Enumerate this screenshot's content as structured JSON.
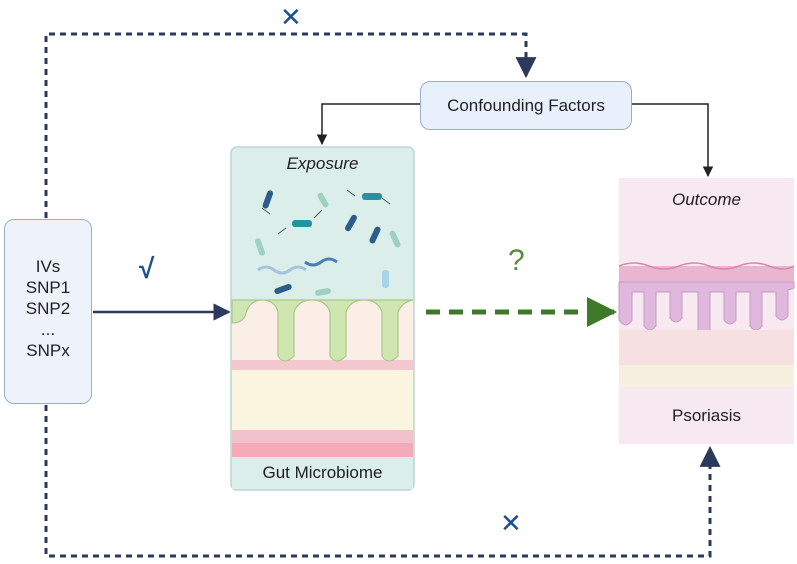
{
  "instruments": {
    "lines": [
      "IVs",
      "SNP1",
      "SNP2",
      "...",
      "SNPx"
    ]
  },
  "confounding": {
    "label": "Confounding Factors"
  },
  "exposure": {
    "title": "Exposure",
    "caption": "Gut Microbiome"
  },
  "outcome": {
    "title": "Outcome",
    "caption": "Psoriasis"
  },
  "paths": {
    "direct_mark": "√",
    "pleiotropy_top_mark": "✕",
    "pleiotropy_bottom_mark": "✕",
    "causal_mark": "?"
  },
  "colors": {
    "dashed_path": "#2b3a5c",
    "causal_arrow": "#3f7a2a",
    "direct_arrow": "#2b3a5c",
    "box_fill": "#eef3fb",
    "box_border": "#9aaecb",
    "exposure_panel": "#dceee9",
    "outcome_panel": "#f8e8ef",
    "check_color": "#1d4f91",
    "question_color": "#5b8a3c"
  }
}
